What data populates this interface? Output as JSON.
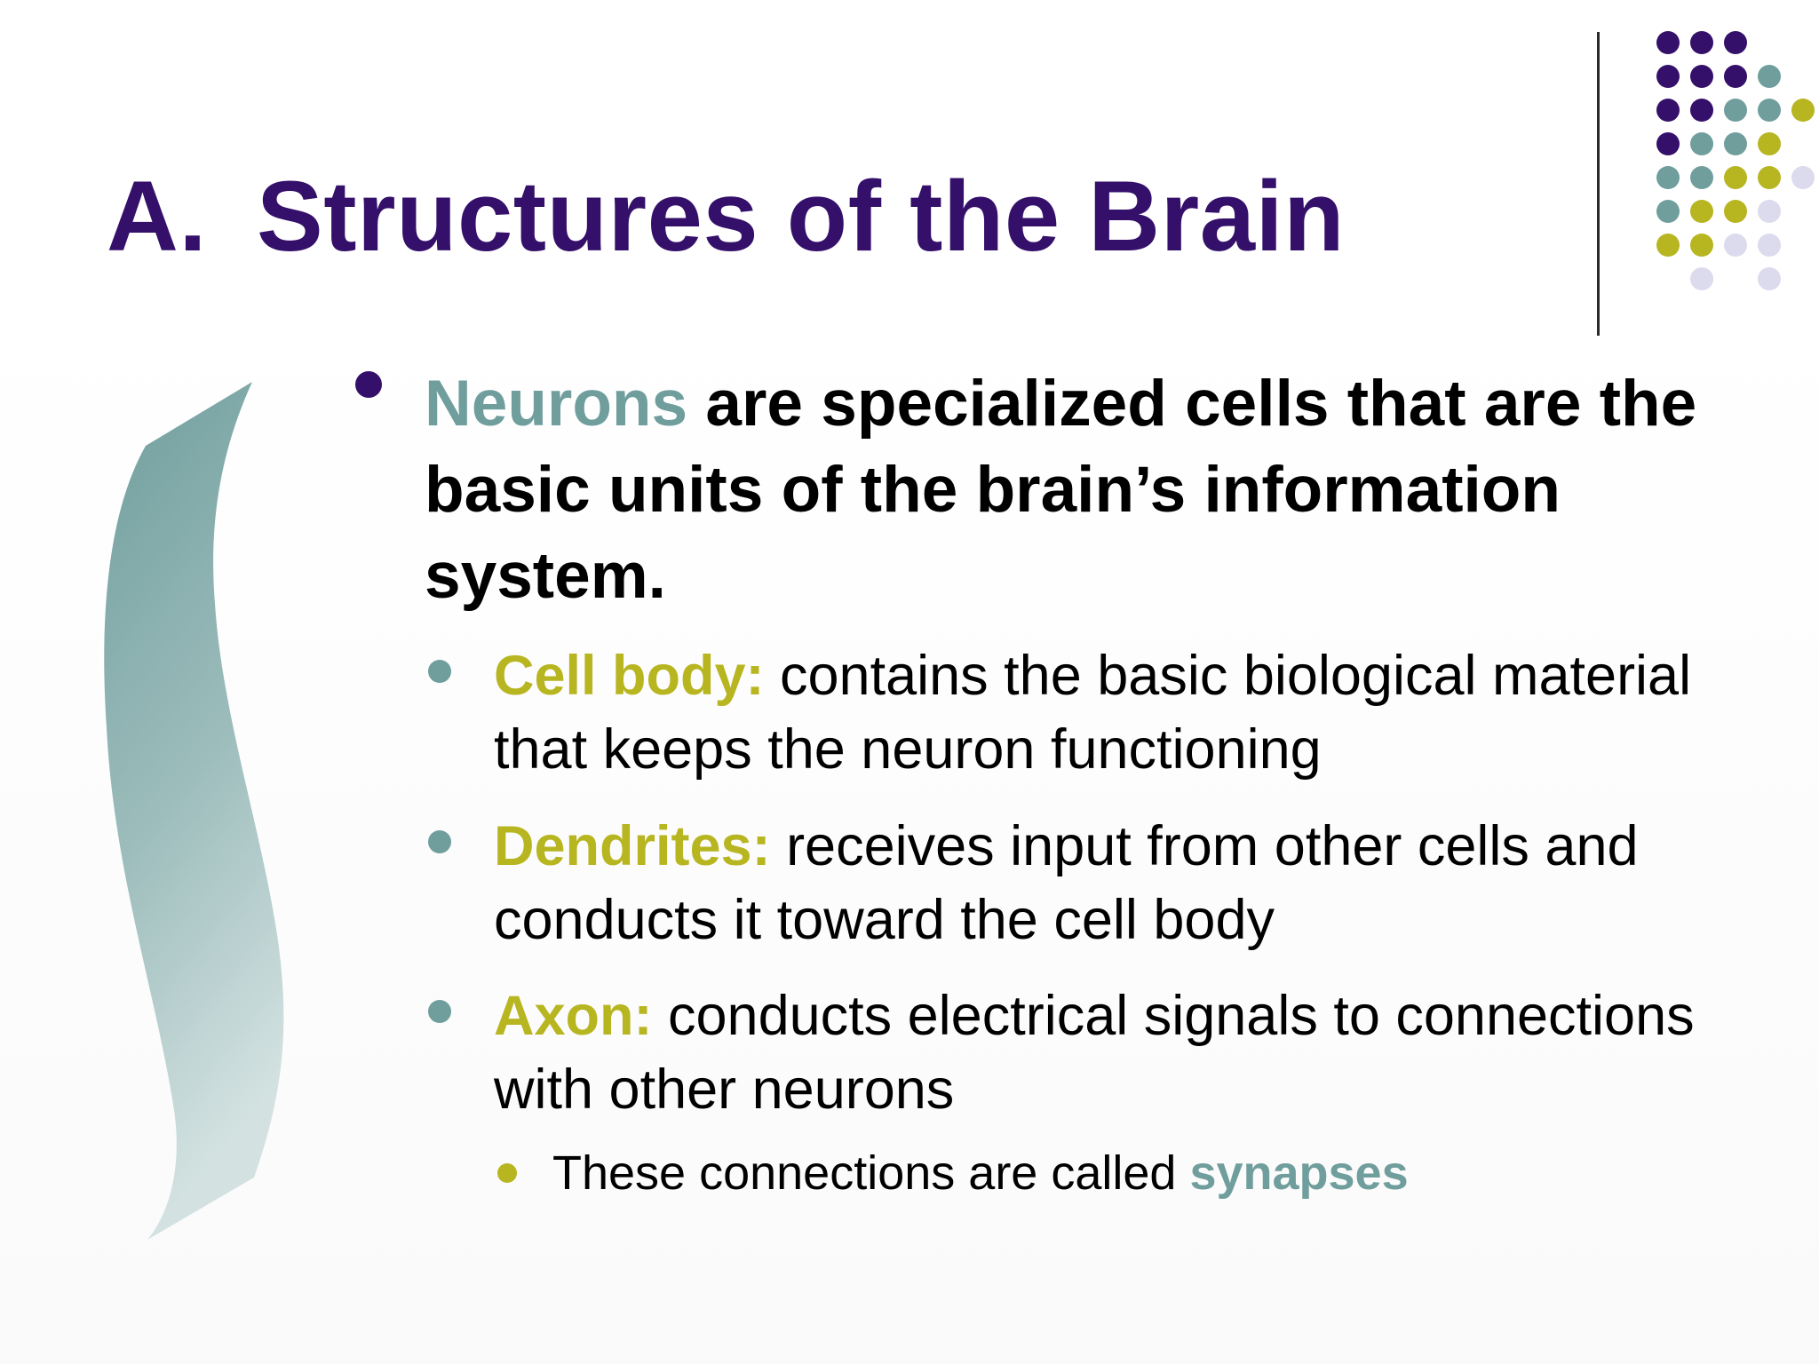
{
  "colors": {
    "title": "#35106a",
    "neurons_term": "#6f9e9d",
    "sub_term": "#b7b520",
    "sub_bullet": "#6f9e9d",
    "lvl3_bullet": "#b7b520",
    "synapses_term": "#6f9e9d",
    "main_bullet": "#35106a",
    "dot_purple": "#35106a",
    "dot_teal": "#6f9e9d",
    "dot_olive": "#b7b520",
    "dot_lavender": "#dcdaed"
  },
  "title": {
    "letter": "A.",
    "text": "Structures of the Brain"
  },
  "main_point": {
    "term": "Neurons",
    "text": " are specialized cells that are the basic units of the brain’s information system."
  },
  "sub_points": [
    {
      "term": "Cell body:",
      "text": " contains the basic biological material that keeps the neuron functioning"
    },
    {
      "term": "Dendrites:",
      "text": " receives input from other cells and conducts it toward the cell body"
    },
    {
      "term": "Axon:",
      "text": " conducts electrical signals to connections with other neurons"
    }
  ],
  "sub_sub_point": {
    "text": "These connections are called ",
    "term": "synapses"
  }
}
